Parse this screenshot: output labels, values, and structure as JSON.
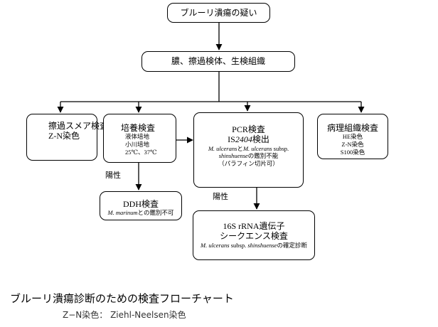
{
  "flowchart": {
    "root": {
      "label": "ブルーリ潰瘍の疑い"
    },
    "specimens": {
      "label": "膿、擦過検体、生検組織"
    },
    "smear": {
      "title": "擦過スメア検査",
      "detail": "Z-N染色"
    },
    "culture": {
      "title": "培養検査",
      "lines": [
        "液体培地",
        "小川培地",
        "25℃、37℃"
      ]
    },
    "pcr": {
      "title": "PCR検査",
      "target_prefix": "IS",
      "target_italic": "2404",
      "target_suffix": "検出",
      "line1_species_a": "M. ulcerans",
      "line1_connector": "と",
      "line1_species_b": "M. ulcerans",
      "line1_suffix": " subsp.",
      "line2_subspecies": "shinshuense",
      "line2_suffix": "の鑑別不能",
      "line3": "（パラフィン切片可）"
    },
    "pathology": {
      "title": "病理組織検査",
      "lines": [
        "HE染色",
        "Z-N染色",
        "S100染色"
      ]
    },
    "ddh": {
      "title": "DDH検査",
      "species": "M. marinum",
      "suffix": "との鑑別不可"
    },
    "rrna": {
      "title_line1": "16S rRNA遺伝子",
      "title_line2": "シークエンス検査",
      "species": "M. ulcerans",
      "subsp_label": " subsp. ",
      "subspecies": "shinshuense",
      "suffix": "の確定診断"
    },
    "edge_labels": {
      "culture_positive": "陽性",
      "pcr_positive": "陽性"
    }
  },
  "caption": "ブルーリ潰瘍診断のための検査フローチャート",
  "note": "Z−N染色： Ziehl-Neelsen染色"
}
